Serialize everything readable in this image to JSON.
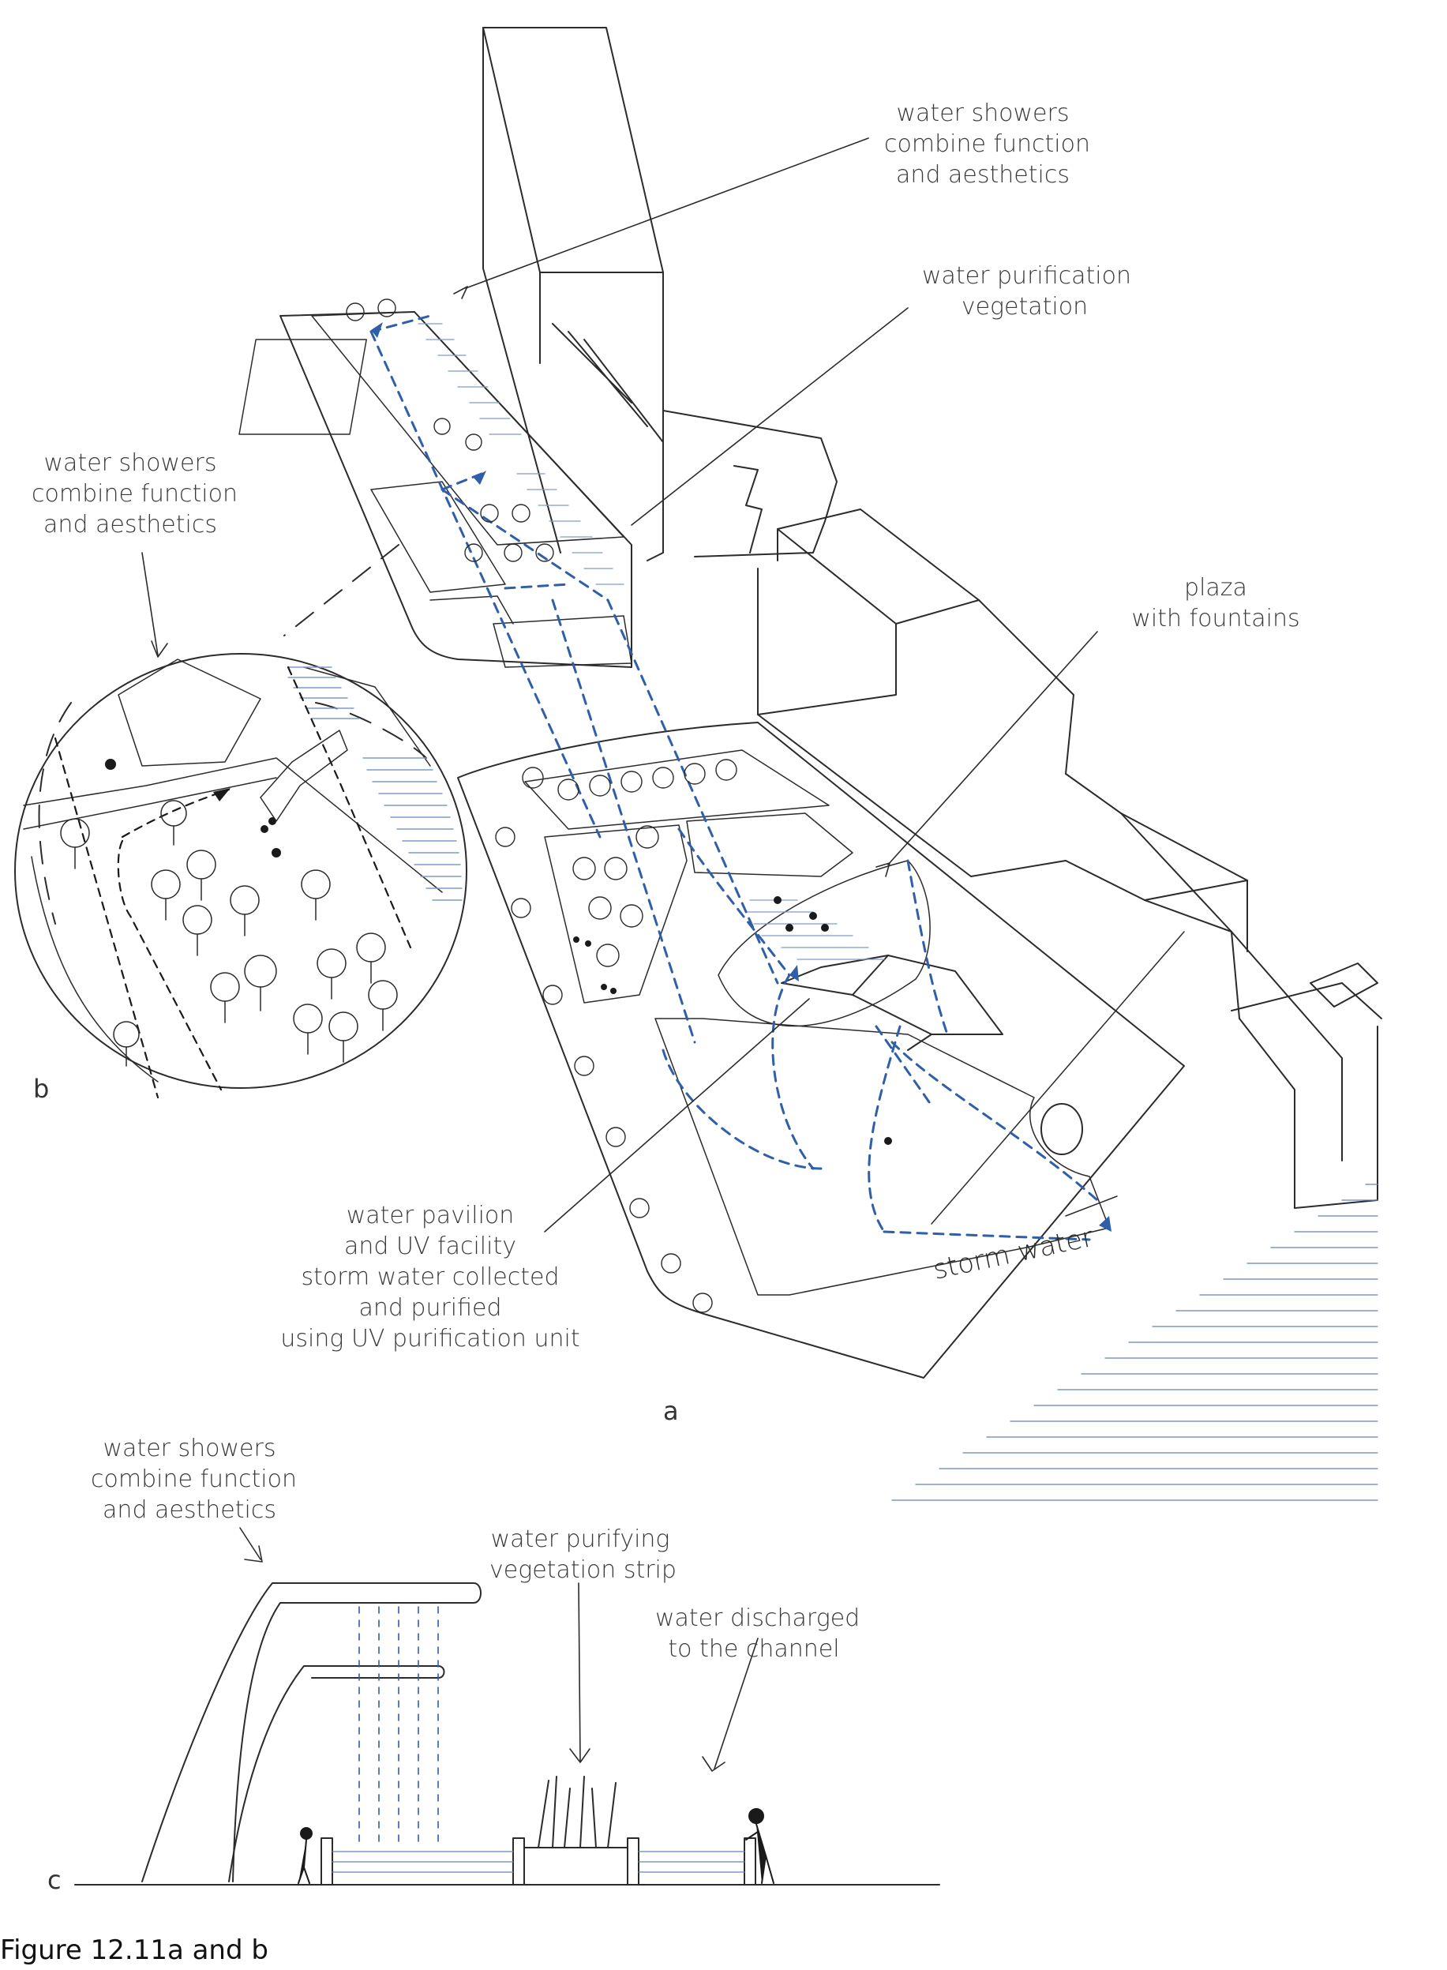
{
  "labels": {
    "showers_top": [
      "water showers",
      "combine function",
      "and aesthetics"
    ],
    "purification_vegetation": [
      "water purification",
      "vegetation"
    ],
    "showers_left": [
      "water showers",
      "combine function",
      "and aesthetics"
    ],
    "plaza": [
      "plaza",
      "with fountains"
    ],
    "pavilion": [
      "water pavilion",
      "and UV facility",
      "storm water collected",
      "and purified",
      "using UV purification unit"
    ],
    "storm_water": "storm water",
    "showers_section": [
      "water showers",
      "combine function",
      "and aesthetics"
    ],
    "purifying_strip": [
      "water purifying",
      "vegetation strip"
    ],
    "discharged": [
      "water discharged",
      "to the channel"
    ]
  },
  "panels": {
    "a": "a",
    "b": "b",
    "c": "c"
  },
  "caption": "Figure 12.11a and b",
  "colors": {
    "ink": "#2b2b2b",
    "water": "#2f5fa8",
    "water_light": "#7f9cc9"
  }
}
